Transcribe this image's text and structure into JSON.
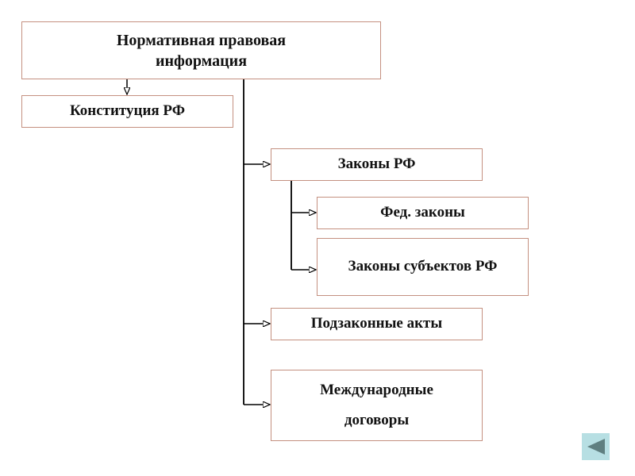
{
  "root": {
    "label": "Нормативная правовая информация"
  },
  "constitution": {
    "label": "Конституция РФ"
  },
  "laws": {
    "label": "Законы РФ"
  },
  "federal_laws": {
    "label": "Фед. законы"
  },
  "subject_laws": {
    "label": "Законы субъектов РФ"
  },
  "bylaws": {
    "label": "Подзаконные акты"
  },
  "treaties": {
    "label": "Международные договоры"
  },
  "nav": {
    "icon": "triangle-left-icon"
  },
  "colors": {
    "border": "#c49080",
    "nav_bg": "#b7dfe3",
    "nav_arrow": "#5f7f80"
  }
}
